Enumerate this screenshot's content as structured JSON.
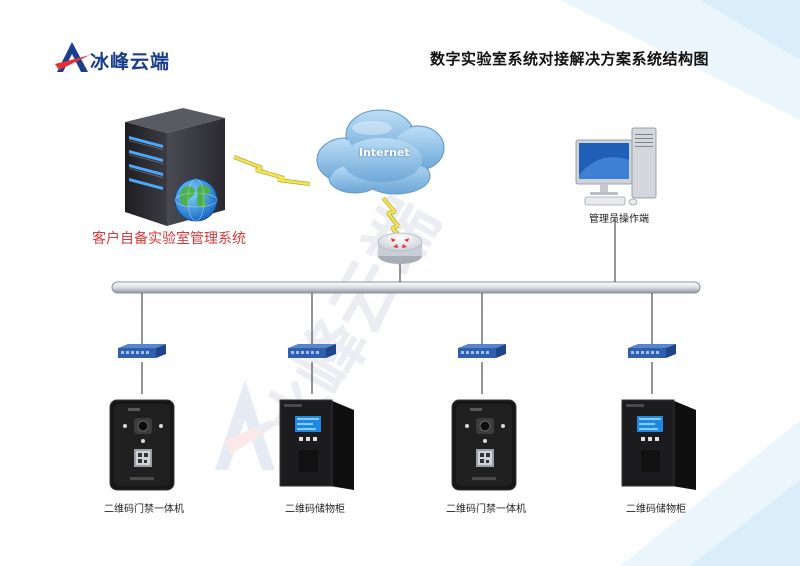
{
  "brand": {
    "name": "冰峰云端",
    "watermark": "冰峰云端"
  },
  "title": "数字实验室系统对接解决方案系统结构图",
  "nodes": {
    "server_system": "客户自备实验室管理系统",
    "cloud": "Internet",
    "admin_terminal": "管理员操作端"
  },
  "devices": [
    {
      "label": "二维码门禁一体机",
      "type": "access-control"
    },
    {
      "label": "二维码储物柜",
      "type": "storage-cabinet"
    },
    {
      "label": "二维码门禁一体机",
      "type": "access-control"
    },
    {
      "label": "二维码储物柜",
      "type": "storage-cabinet"
    }
  ],
  "colors": {
    "brand_blue": "#1a3e8c",
    "brand_red": "#e03434",
    "system_label": "#d63a3a",
    "lightning": "#e8d84a",
    "cloud": "#8fc3ea",
    "switch": "#2f5fae"
  }
}
